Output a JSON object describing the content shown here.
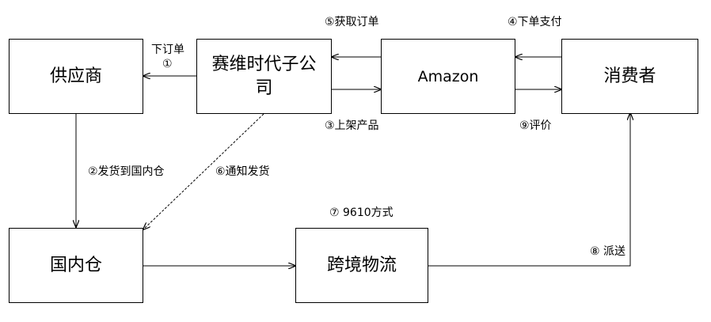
{
  "nodes": {
    "supplier": "供应商",
    "saiwei": "赛维时代子公司",
    "amazon": "Amazon",
    "consumer": "消费者",
    "warehouse": "国内仓",
    "logistics": "跨境物流"
  },
  "edges": {
    "place_order_text": "下订单",
    "place_order_num": "①",
    "ship_to_warehouse": "②发货到国内仓",
    "list_products": "③上架产品",
    "order_pay": "④下单支付",
    "get_order": "⑤获取订单",
    "notify_ship": "⑥通知发货",
    "mode_9610": "⑦ 9610方式",
    "deliver": "⑧ 派送",
    "review": "⑨评价"
  }
}
